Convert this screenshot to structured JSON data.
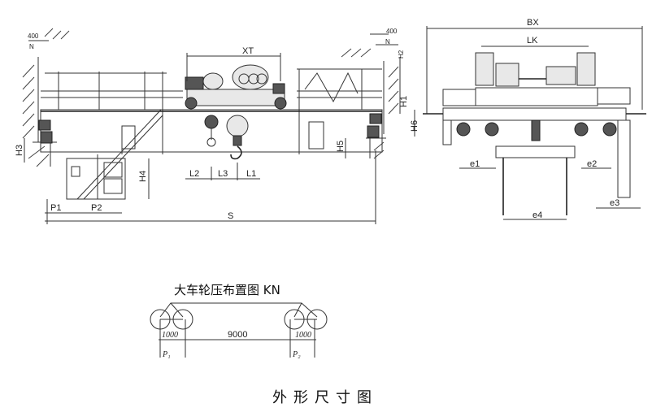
{
  "front_view": {
    "dims": {
      "left_clearance": "400",
      "left_n": "N",
      "trolley_span": "XT",
      "right_clearance": "400",
      "right_n": "N",
      "h2": "H2",
      "h1": "H1",
      "h3": "H3",
      "h5": "H5",
      "h4": "H4",
      "l2": "L2",
      "l3": "L3",
      "l1": "L1",
      "p1": "P1",
      "p2": "P2",
      "span": "S"
    }
  },
  "side_view": {
    "dims": {
      "bx": "BX",
      "lk": "LK",
      "h6": "H6",
      "e1": "e1",
      "e2": "e2",
      "e3": "e3",
      "e4": "e4"
    }
  },
  "wheel_load_diagram": {
    "title": "大车轮压布置图 KN",
    "left_spacing": "1000",
    "center_spacing": "9000",
    "right_spacing": "1000",
    "p1": "P₁",
    "p2": "P₂"
  },
  "caption": "外形尺寸图"
}
